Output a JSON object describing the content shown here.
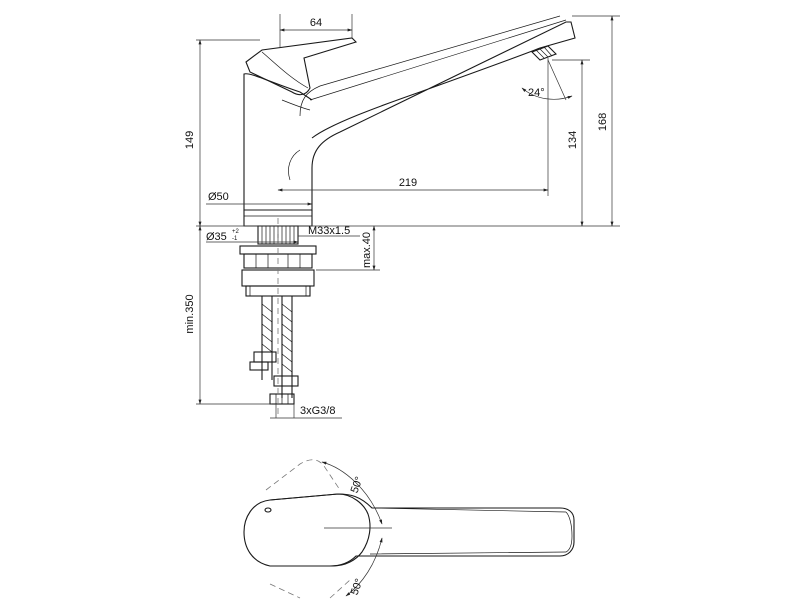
{
  "dimensions": {
    "handle_width": "64",
    "body_height": "149",
    "total_height": "168",
    "spout_height": "134",
    "spout_reach": "219",
    "spout_angle": "24°",
    "body_diameter": "Ø50",
    "hole_diameter": "Ø35",
    "hole_tolerance_upper": "+2",
    "hole_tolerance_lower": "-1",
    "thread": "M33x1.5",
    "max_deck": "max.40",
    "min_hose": "min.350",
    "connections": "3xG3/8",
    "lever_angle_upper": "50°",
    "lever_angle_lower": "50°"
  }
}
